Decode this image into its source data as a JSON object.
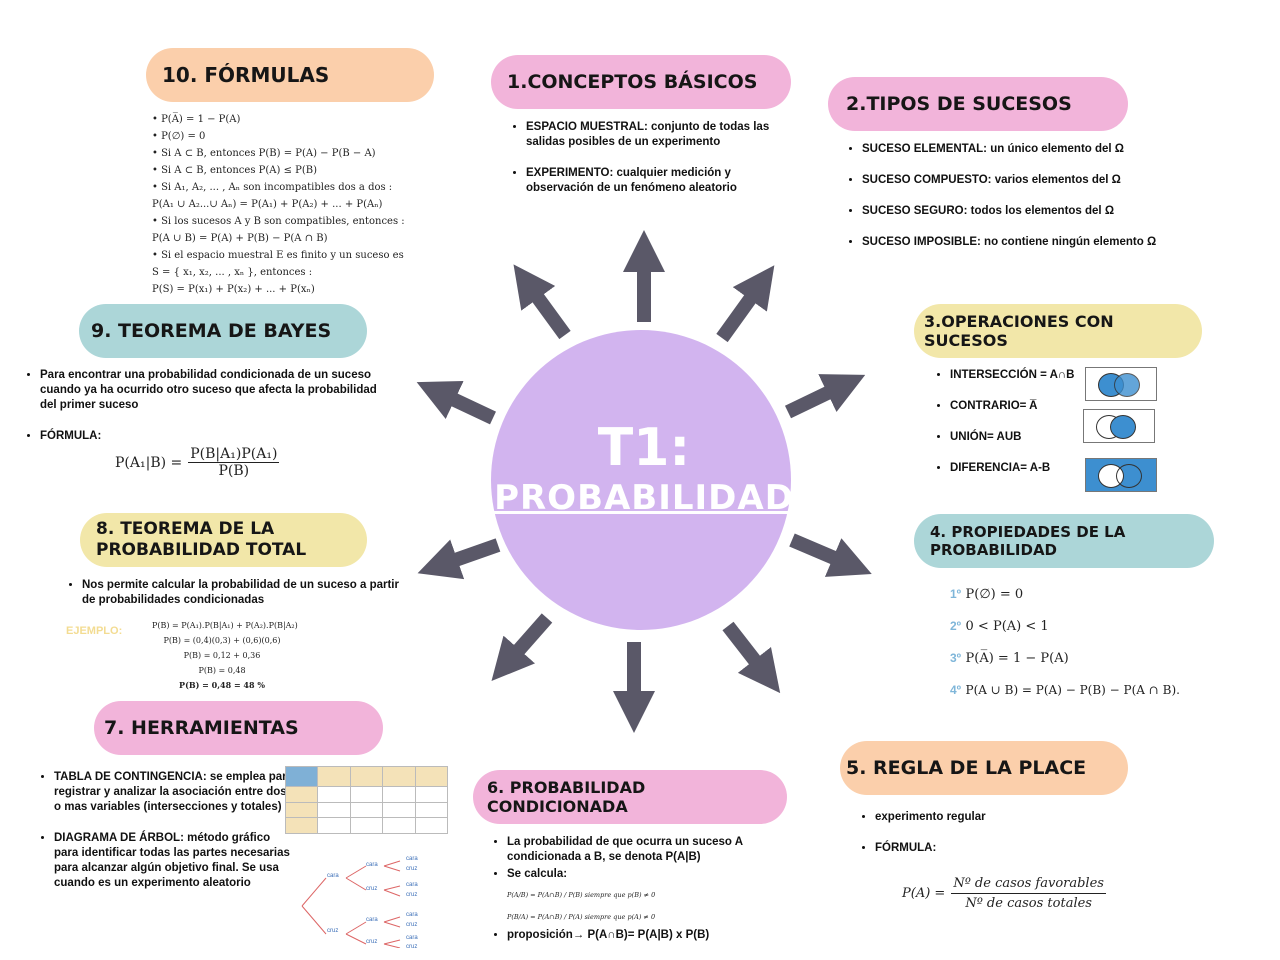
{
  "center": {
    "title": "T1:",
    "subtitle": "PROBABILIDAD"
  },
  "colors": {
    "peach": "#fbcfab",
    "pink": "#f2b4da",
    "teal": "#acd6d8",
    "yellow": "#f2e7a9",
    "circle": "#d2b4ef",
    "arrow": "#5a5868",
    "accent_blue": "#3d8fd0"
  },
  "s1": {
    "title": "1.CONCEPTOS BÁSICOS",
    "items": [
      "ESPACIO MUESTRAL: conjunto de todas las salidas posibles de un experimento",
      "EXPERIMENTO: cualquier medición y observación de un fenómeno aleatorio"
    ]
  },
  "s2": {
    "title": "2.TIPOS DE SUCESOS",
    "items": [
      "SUCESO ELEMENTAL: un único elemento del Ω",
      "SUCESO COMPUESTO: varios elementos del Ω",
      "SUCESO SEGURO: todos los elementos del Ω",
      "SUCESO IMPOSIBLE: no contiene ningún elemento Ω"
    ]
  },
  "s3": {
    "title": "3.OPERACIONES CON SUCESOS",
    "items": [
      "INTERSECCIÓN = A∩B",
      "CONTRARIO= A̅",
      "UNIÓN= AUB",
      "DIFERENCIA= A-B"
    ]
  },
  "s4": {
    "title": "4. PROPIEDADES DE LA PROBABILIDAD",
    "props": [
      {
        "num": "1º",
        "formula": "P(∅) = 0"
      },
      {
        "num": "2º",
        "formula": "0 < P(A) < 1"
      },
      {
        "num": "3º",
        "formula": "P(A̅) = 1 − P(A)"
      },
      {
        "num": "4º",
        "formula": "P(A ∪ B) = P(A) − P(B) − P(A ∩ B)."
      }
    ]
  },
  "s5": {
    "title": "5. REGLA DE LA PLACE",
    "items": [
      "experimento regular",
      "FÓRMULA:"
    ],
    "formula_lhs": "P(A) =",
    "numerator": "Nº de casos favorables",
    "denominator": "Nº de casos totales"
  },
  "s6": {
    "title": "6. PROBABILIDAD CONDICIONADA",
    "items": [
      "La probabilidad de que ocurra un suceso A condicionada a B, se denota P(A|B)",
      "Se calcula:",
      "proposición→ P(A∩B)= P(A|B) x P(B)"
    ],
    "calc": [
      "P(A/B) = P(A∩B) / P(B)   siempre que p(B) ≠ 0",
      "P(B/A) = P(A∩B) / P(A)   siempre que p(A) ≠ 0"
    ]
  },
  "s7": {
    "title": "7. HERRAMIENTAS",
    "items": [
      "TABLA DE CONTINGENCIA: se emplea para registrar y analizar la asociación entre dos o mas variables (intersecciones y totales)",
      "DIAGRAMA DE ÁRBOL: método gráfico para identificar todas las partes necesarias para alcanzar algún objetivo final. Se usa cuando es un experimento aleatorio"
    ]
  },
  "s8": {
    "title_l1": "8. TEOREMA DE LA",
    "title_l2": "PROBABILIDAD TOTAL",
    "items": [
      "Nos permite calcular la probabilidad de un suceso a partir de probabilidades condicionadas"
    ],
    "example_label": "EJEMPLO:",
    "example_lines": [
      "P(B) = P(A₁).P(B|A₁) + P(A₂).P(B|A₂)",
      "P(B) = (0,4)(0,3) + (0,6)(0,6)",
      "P(B) = 0,12 + 0,36",
      "P(B) = 0,48",
      "P(B) = 0,48 = 48 %"
    ]
  },
  "s9": {
    "title": "9. TEOREMA DE BAYES",
    "items": [
      "Para encontrar una probabilidad condicionada de un suceso cuando ya ha ocurrido otro suceso que afecta la probabilidad del primer suceso",
      "FÓRMULA:"
    ],
    "formula_lhs": "P(A₁|B) =",
    "numerator": "P(B|A₁)P(A₁)",
    "denominator": "P(B)"
  },
  "s10": {
    "title": "10. FÓRMULAS",
    "lines": [
      "•  P(A̅) = 1 − P(A)",
      "•  P(∅) = 0",
      "•  Si  A ⊂ B,  entonces  P(B) = P(A) − P(B − A)",
      "•  Si  A ⊂ B,  entonces  P(A) ≤ P(B)",
      "•  Si  A₁, A₂, ... , Aₙ  son incompatibles dos a dos :",
      "    P(A₁ ∪ A₂...∪ Aₙ) = P(A₁) + P(A₂) + ... + P(Aₙ)",
      "•  Si los sucesos  A  y  B  son compatibles,  entonces :",
      "    P(A ∪ B) = P(A) + P(B) − P(A ∩ B)",
      "•  Si el espacio muestral  E  es finito y un suceso es",
      "    S = { x₁, x₂, ... , xₙ },  entonces :",
      "    P(S) = P(x₁) + P(x₂) + ... + P(xₙ)"
    ]
  },
  "tree": {
    "labels": [
      "cara",
      "cruz",
      "cara",
      "cruz",
      "cara",
      "cruz",
      "cara",
      "cruz",
      "cara",
      "cruz",
      "cara",
      "cruz",
      "cara",
      "cruz"
    ]
  }
}
